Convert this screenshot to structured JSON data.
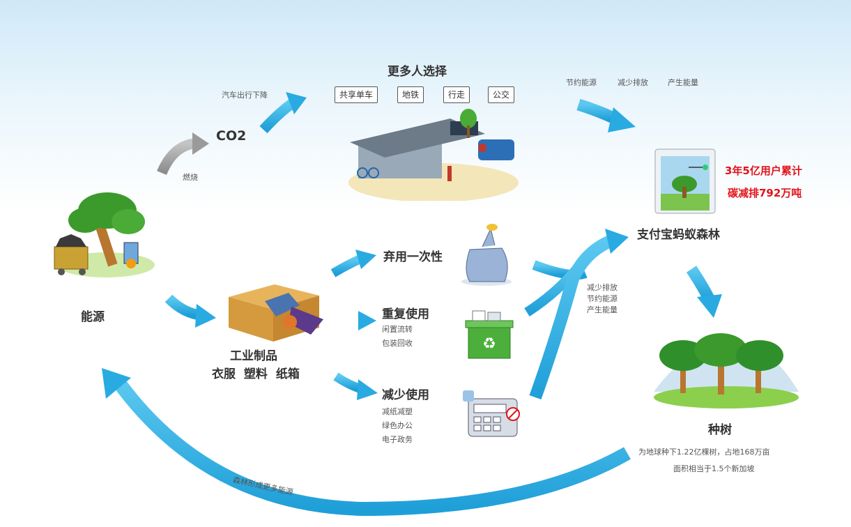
{
  "diagram": {
    "nodes": {
      "energy": "能源",
      "co2": "CO2",
      "burn": "燃烧",
      "car_down": "汽车出行下降",
      "more_choice": "更多人选择",
      "industrial_title": "工业制品",
      "industrial_sub": "衣服 塑料 纸箱",
      "abandon": "弃用一次性",
      "reuse": "重复使用",
      "reuse_sub": [
        "闲置流转",
        "包装回收"
      ],
      "reduce": "减少使用",
      "reduce_sub": [
        "减纸减塑",
        "绿色办公",
        "电子政务"
      ],
      "alipay": "支付宝蚂蚁森林",
      "plant": "种树",
      "plant_desc": [
        "为地球种下1.22亿棵树，占地168万亩",
        "面积相当于1.5个新加坡"
      ],
      "forest_energy": "森林形成更多能源"
    },
    "transport_options": [
      "共享单车",
      "地铁",
      "行走",
      "公交"
    ],
    "top_right_labels": [
      "节约能源",
      "减少排放",
      "产生能量"
    ],
    "mid_labels": [
      "减少排放",
      "节约能源",
      "产生能量"
    ],
    "stats": [
      "3年5亿用户累计",
      "碳减排792万吨"
    ],
    "colors": {
      "arrow_blue": "#29abe2",
      "arrow_gray": "#9a9a9a",
      "highlight_red": "#e3131b",
      "tree_green": "#3b9a2b",
      "trunk_brown": "#b8762e"
    }
  }
}
